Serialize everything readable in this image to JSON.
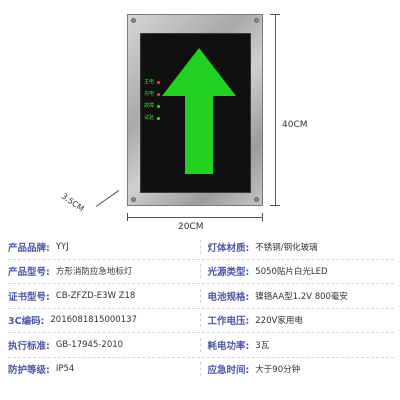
{
  "product_image": {
    "indicators": [
      {
        "label": "主电",
        "color": "#ff3b30"
      },
      {
        "label": "充电",
        "color": "#ff3b30"
      },
      {
        "label": "故障",
        "color": "#3ed13e"
      },
      {
        "label": "试验",
        "color": "#3ed13e"
      }
    ],
    "arrow_icon": "up-arrow-icon",
    "arrow_color": "#22d122"
  },
  "dimensions": {
    "height": "40CM",
    "width": "20CM",
    "depth": "3.5CM"
  },
  "specs": [
    {
      "left": {
        "label": "产品品牌:",
        "value": "YYJ"
      },
      "right": {
        "label": "灯体材质:",
        "value": "不锈钢/钢化玻璃"
      }
    },
    {
      "left": {
        "label": "产品型号:",
        "value": "方形消防应急地标灯"
      },
      "right": {
        "label": "光源类型:",
        "value": "5050贴片白光LED"
      }
    },
    {
      "left": {
        "label": "证书型号:",
        "value": "CB-ZFZD-E3W Z18"
      },
      "right": {
        "label": "电池规格:",
        "value": "镍铬AA型1.2V 800毫安"
      }
    },
    {
      "left": {
        "label": "3C编码:",
        "value": "2016081815000137"
      },
      "right": {
        "label": "工作电压:",
        "value": "220V家用电"
      }
    },
    {
      "left": {
        "label": "执行标准:",
        "value": "GB-17945-2010"
      },
      "right": {
        "label": "耗电功率:",
        "value": "3瓦"
      }
    },
    {
      "left": {
        "label": "防护等级:",
        "value": "IP54"
      },
      "right": {
        "label": "应急时间:",
        "value": "大于90分钟"
      }
    }
  ]
}
